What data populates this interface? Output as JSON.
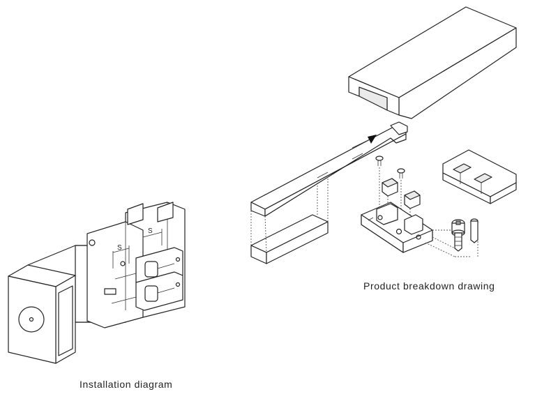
{
  "captions": {
    "installation": "Installation diagram",
    "breakdown": "Product breakdown drawing"
  },
  "labels": {
    "s_left": "S",
    "s_right": "S"
  },
  "colors": {
    "line": "#222222",
    "background": "#ffffff",
    "arrow": "#111111"
  }
}
